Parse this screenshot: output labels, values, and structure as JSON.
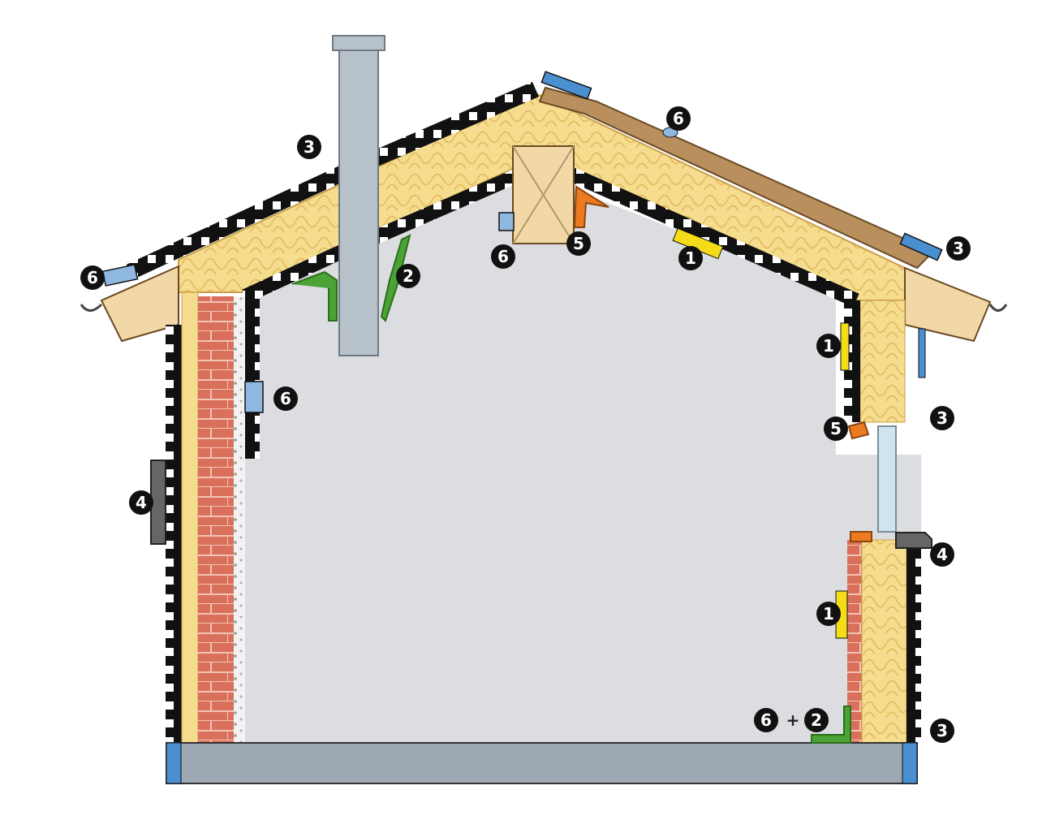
{
  "colors": {
    "interior": "#dcdde0",
    "insulation": "#f5dc8e",
    "insulation_line": "#e1b85a",
    "brick": "#d9705c",
    "mortar": "#f3c3b4",
    "timber": "#f2d8a6",
    "roof_board": "#b98f5e",
    "floor": "#9ea8b2",
    "flue": "#b7c1c9",
    "membrane_black": "#111111",
    "tape_blue": "#4a8fd0",
    "tape_lightblue": "#8fb8e0",
    "seal_green": "#4ca335",
    "seal_orange": "#ec7a20",
    "seal_yellow": "#f4dc18",
    "seal_gray": "#666666"
  },
  "callouts": [
    {
      "id": "c1",
      "label": "6"
    },
    {
      "id": "c2",
      "label": "3"
    },
    {
      "id": "c3",
      "label": "2"
    },
    {
      "id": "c4",
      "label": "6"
    },
    {
      "id": "c5",
      "label": "6"
    },
    {
      "id": "c6",
      "label": "5"
    },
    {
      "id": "c7",
      "label": "6"
    },
    {
      "id": "c8",
      "label": "1"
    },
    {
      "id": "c9",
      "label": "3"
    },
    {
      "id": "c10",
      "label": "1"
    },
    {
      "id": "c11",
      "label": "5"
    },
    {
      "id": "c12",
      "label": "3"
    },
    {
      "id": "c13",
      "label": "4"
    },
    {
      "id": "c14",
      "label": "4"
    },
    {
      "id": "c15",
      "label": "1"
    },
    {
      "id": "c16",
      "label": "6"
    },
    {
      "id": "c17",
      "label": "2"
    },
    {
      "id": "c18",
      "label": "3"
    }
  ],
  "plus_sign": "+"
}
